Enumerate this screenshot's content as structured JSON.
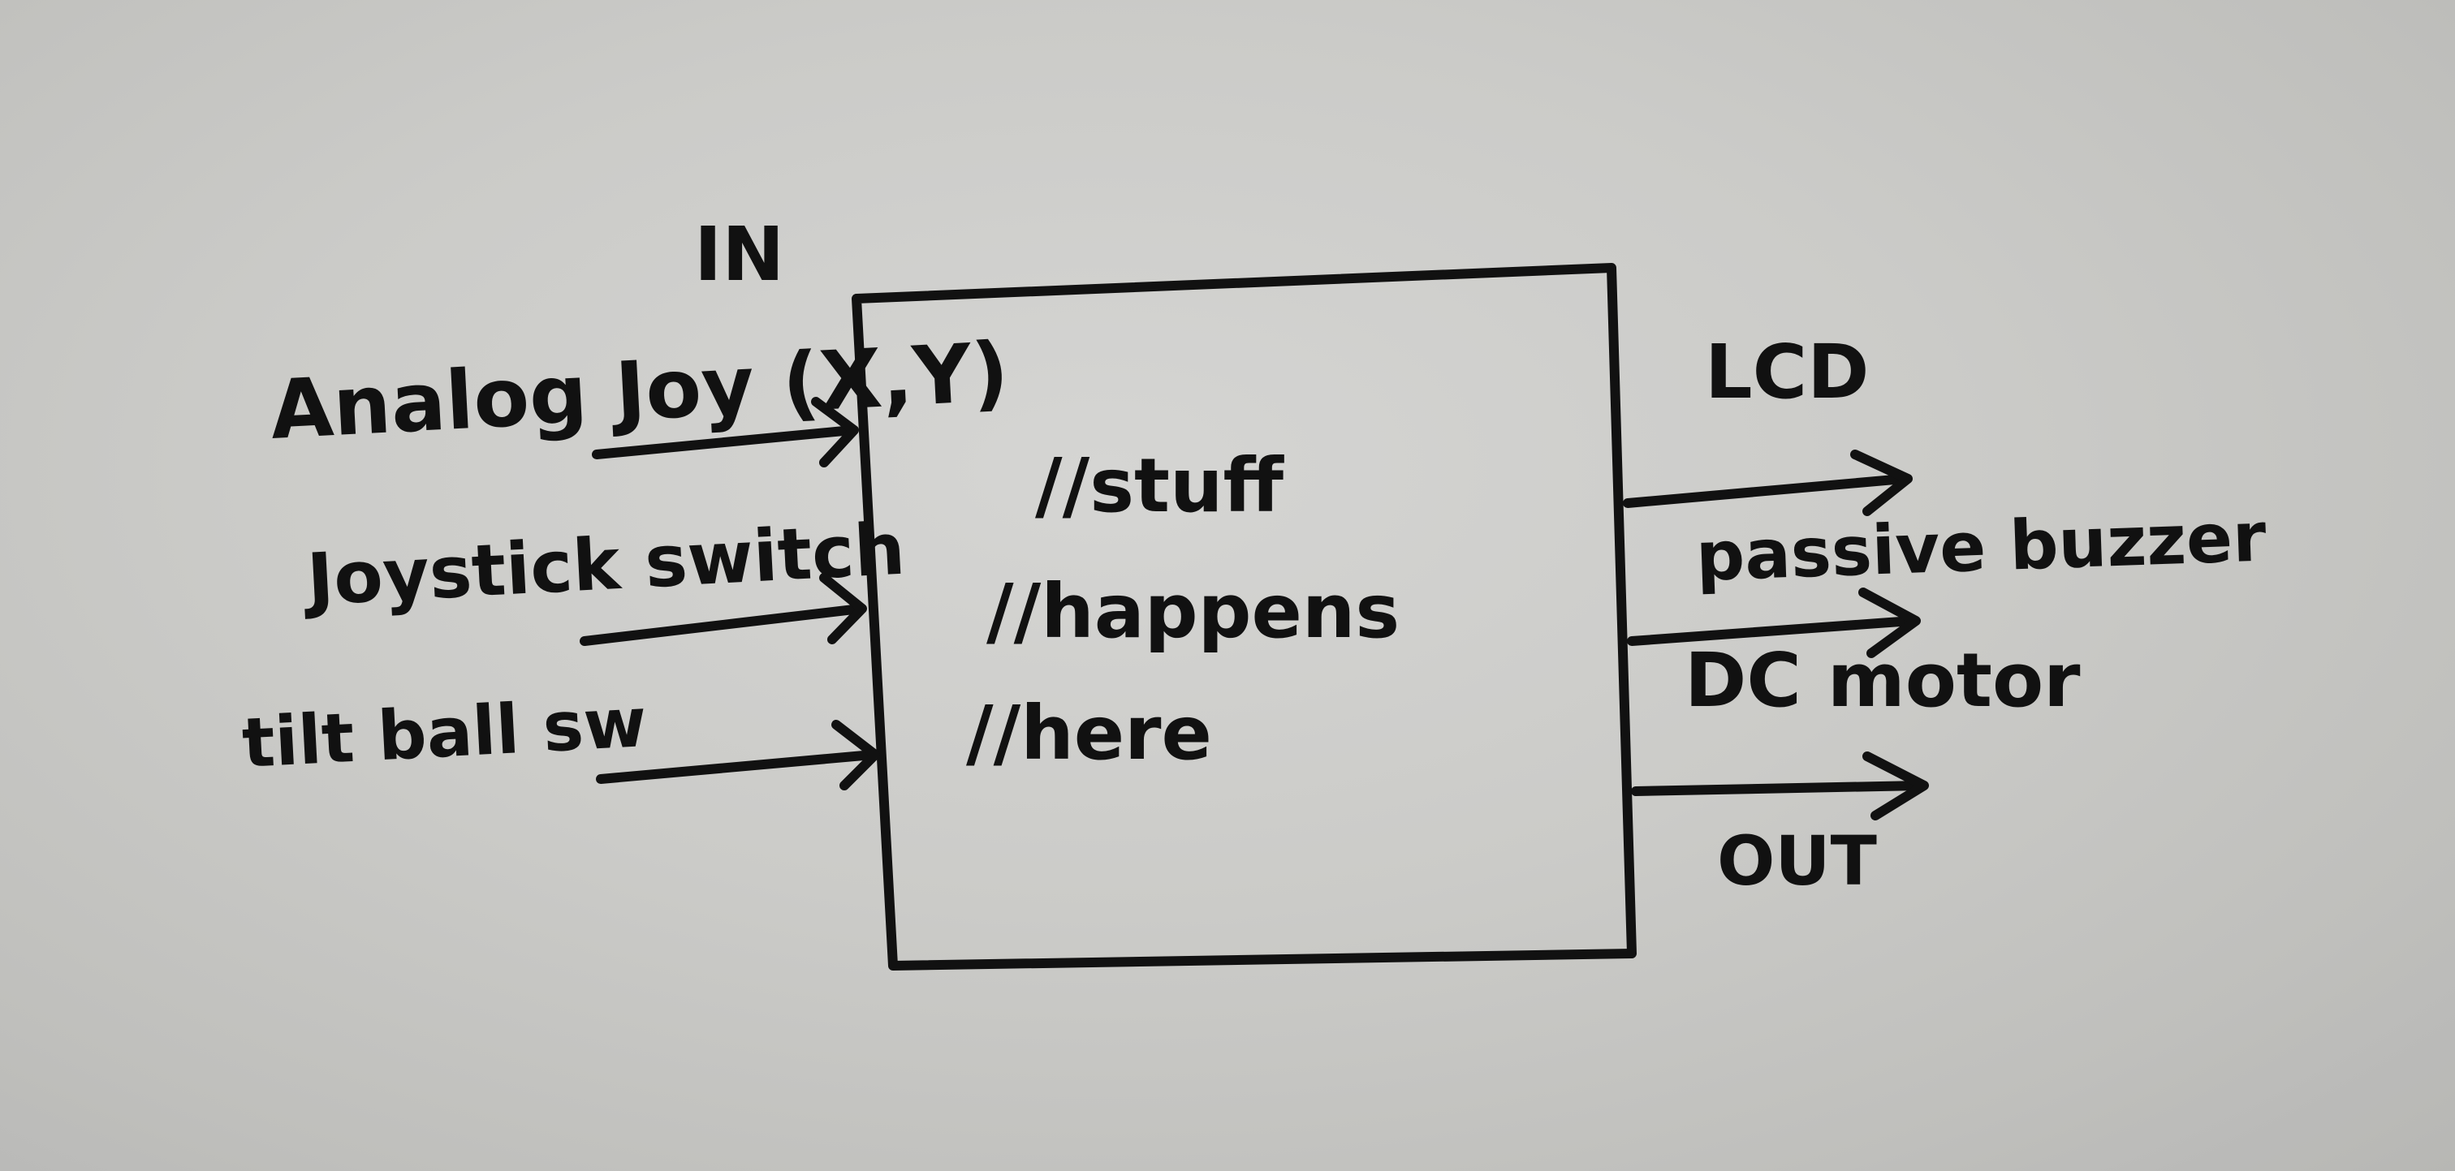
{
  "in_heading": "IN",
  "out_heading": "OUT",
  "inputs": [
    "Analog Joy (X,Y)",
    "Joystick switch",
    "tilt ball sw"
  ],
  "box_text": [
    "//stuff",
    "//happens",
    "//here"
  ],
  "outputs": [
    "LCD",
    "passive buzzer",
    "DC motor"
  ]
}
